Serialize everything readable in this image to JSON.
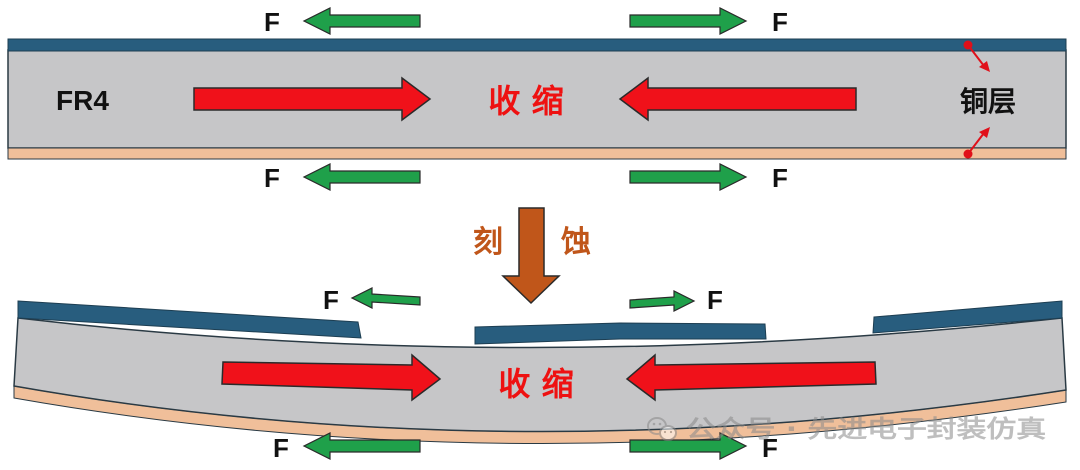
{
  "top_panel": {
    "material_label": "FR4",
    "center_label": "收 缩",
    "copper_label": "铜层",
    "force_labels": {
      "top_left": "F",
      "top_right": "F",
      "bottom_left": "F",
      "bottom_right": "F"
    }
  },
  "process": {
    "label_left": "刻",
    "label_right": "蚀"
  },
  "bottom_panel": {
    "center_label": "收 缩",
    "force_labels": {
      "top_left": "F",
      "top_right": "F",
      "bottom_left": "F",
      "bottom_right": "F"
    }
  },
  "watermark": {
    "text": "公众号 · 先进电子封装仿真",
    "icon": "wechat-icon"
  },
  "colors": {
    "fr4": "#c6c6c8",
    "copper_top": "#285d7e",
    "copper_bottom": "#f0bf9a",
    "shrink_arrow": "#f0111a",
    "force_arrow": "#1fa04a",
    "etch_arrow": "#c0561a",
    "shrink_text": "#ee1111",
    "pointer": "#e0101a"
  }
}
